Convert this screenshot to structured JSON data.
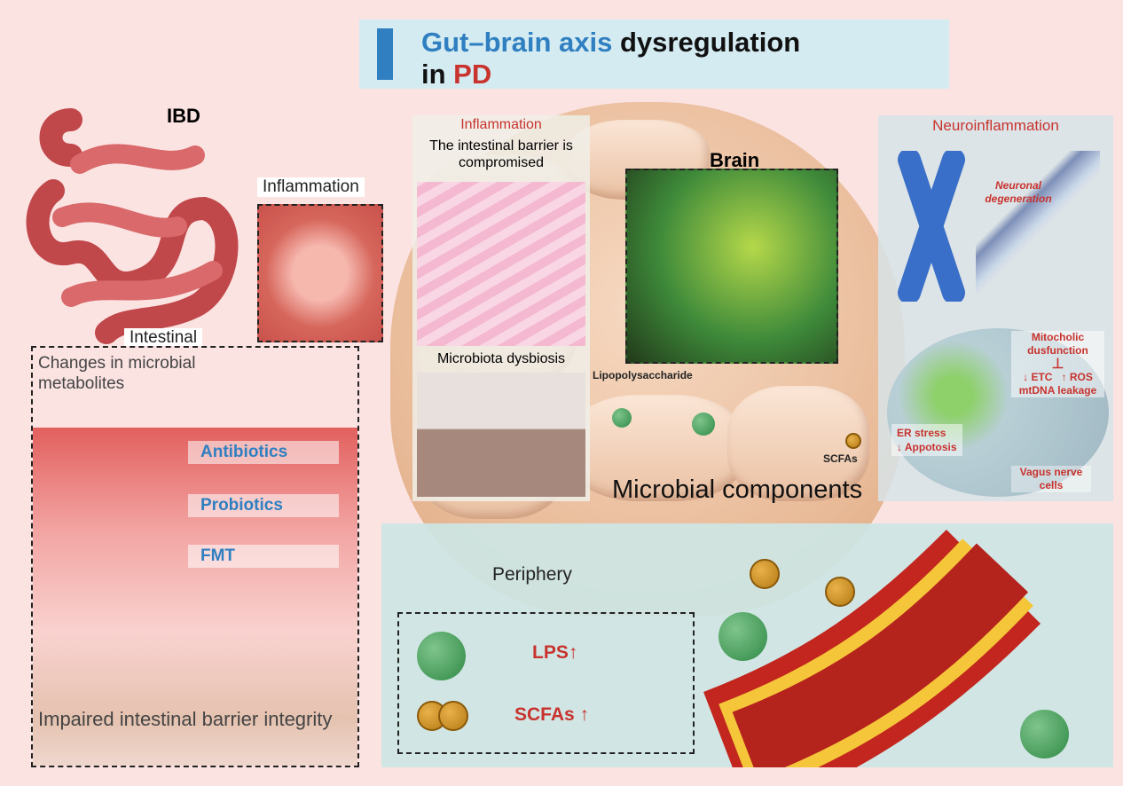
{
  "title": {
    "part1": "Gut–brain axis",
    "part2": " dysregulation",
    "part3": "in ",
    "part4": "PD"
  },
  "left": {
    "ibd": "IBD",
    "intestinal": "Intestinal",
    "inflammation": "Inflammation",
    "changes": "Changes in microbial metabolites",
    "antibiotics": "Antibiotics",
    "probiotics": "Probiotics",
    "fmt": "FMT",
    "impaired": "Impaired intestinal barrier integrity"
  },
  "middle": {
    "inflammation": "Inflammation",
    "barrier": "The intestinal barrier is compromised",
    "dysbiosis": "Microbiota dysbiosis"
  },
  "brain": {
    "label": "Brain",
    "lps": "Lipopolysaccharide",
    "scfas": "SCFAs",
    "components": "Microbial components"
  },
  "right": {
    "title": "Neuroinflammation",
    "degeneration": "Neuronal degeneration",
    "mito1": "Mitocholic",
    "mito2": "dusfunction",
    "inhibit": "⊥",
    "etc": "↓ ETC",
    "ros": "↑ ROS",
    "mtdna": "mtDNA leakage",
    "er": "ER stress",
    "apoptosis": "↓ Appotosis",
    "vagus1": "Vagus nerve",
    "vagus2": "cells"
  },
  "periphery": {
    "label": "Periphery",
    "lps": "LPS↑",
    "scfas": "SCFAs ↑"
  }
}
